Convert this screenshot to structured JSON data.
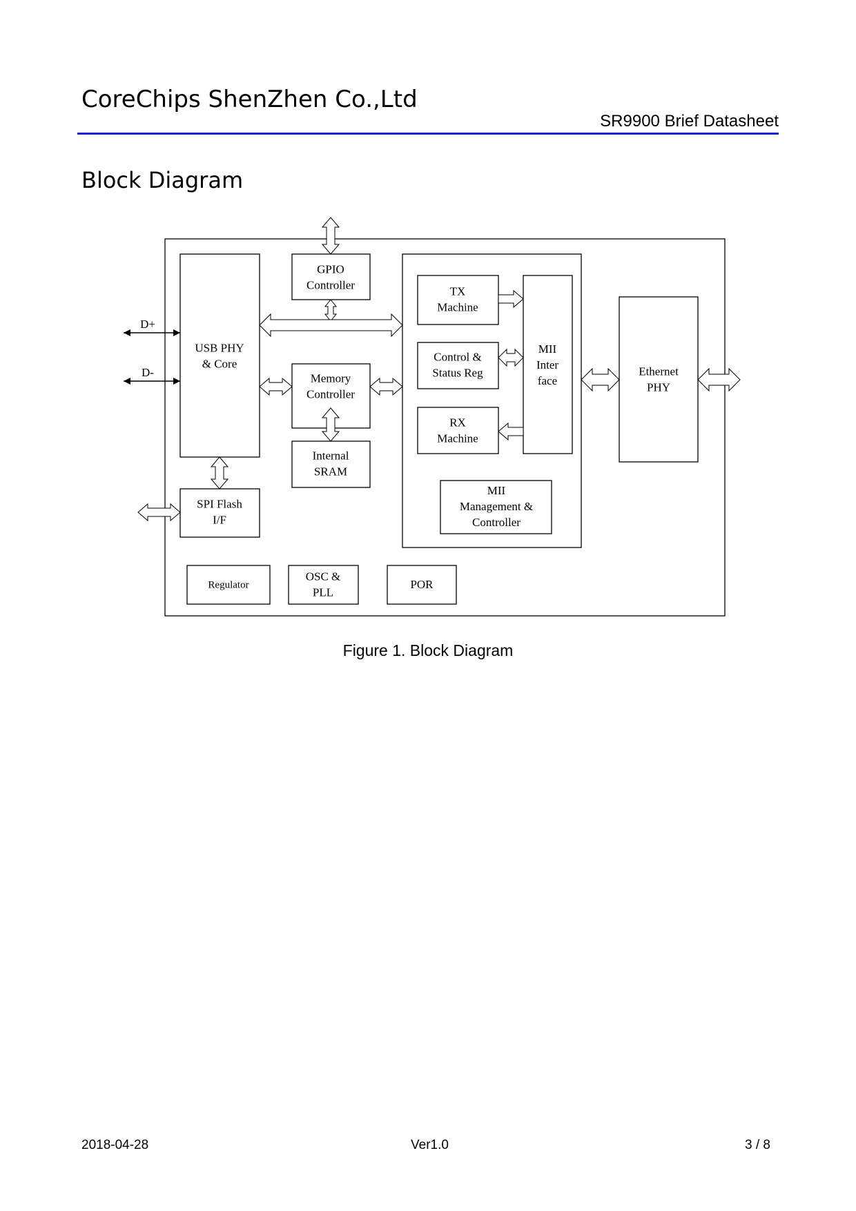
{
  "header": {
    "company": "CoreChips ShenZhen Co.,Ltd",
    "document_title": "SR9900 Brief Datasheet"
  },
  "section_heading": "Block Diagram",
  "diagram": {
    "signals": {
      "dplus": "D+",
      "dminus": "D-"
    },
    "blocks": {
      "usb_phy": [
        "USB PHY",
        "& Core"
      ],
      "gpio": [
        "GPIO",
        "Controller"
      ],
      "memory": [
        "Memory",
        "Controller"
      ],
      "sram": [
        "Internal",
        "SRAM"
      ],
      "spi": [
        "SPI Flash",
        "I/F"
      ],
      "tx": [
        "TX",
        "Machine"
      ],
      "csr": [
        "Control &",
        "Status Reg"
      ],
      "rx": [
        "RX",
        "Machine"
      ],
      "mii_if": [
        "MII",
        "Inter",
        "face"
      ],
      "mii_mgmt": [
        "MII",
        "Management &",
        "Controller"
      ],
      "ethernet_phy": [
        "Ethernet",
        "PHY"
      ],
      "regulator": [
        "Regulator"
      ],
      "osc": [
        "OSC &",
        "PLL"
      ],
      "por": [
        "POR"
      ]
    }
  },
  "caption": "Figure 1. Block Diagram",
  "footer": {
    "date": "2018-04-28",
    "version": "Ver1.0",
    "page": "3 / 8"
  }
}
